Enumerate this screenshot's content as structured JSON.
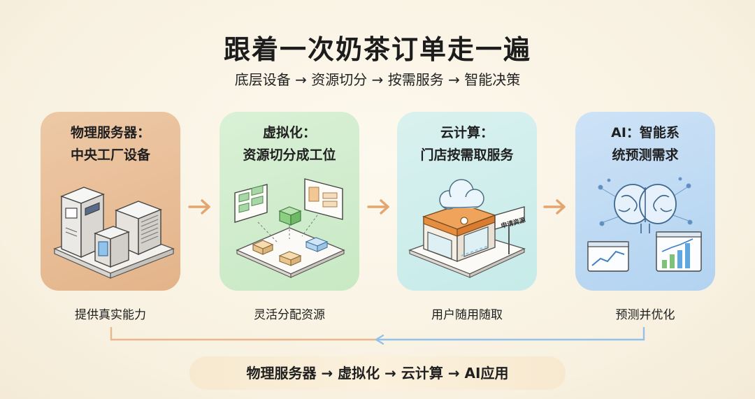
{
  "title": "跟着一次奶茶订单走一遍",
  "subtitle": "底层设备 → 资源切分 → 按需服务 → 智能决策",
  "steps": [
    {
      "label_line1": "物理服务器：",
      "label_line2": "中央工厂设备",
      "caption": "提供真实能力",
      "icon": "server-rack-icon"
    },
    {
      "label_line1": "虚拟化：",
      "label_line2": "资源切分成工位",
      "caption": "灵活分配资源",
      "icon": "virtualization-icon"
    },
    {
      "label_line1": "云计算：",
      "label_line2": "门店按需取服务",
      "caption": "用户随用随取",
      "icon": "cloud-store-icon",
      "store_sign": "申请资源"
    },
    {
      "label_line1": "AI：智能系",
      "label_line2": "统预测需求",
      "caption": "预测并优化",
      "icon": "ai-brain-icon"
    }
  ],
  "summary": "物理服务器 → 虚拟化 → 云计算 → AI应用",
  "colors": {
    "card_1": "#e8bd94",
    "card_2": "#d2edcf",
    "card_3": "#cfeeec",
    "card_4": "#c0dbf4",
    "arrow": "#e3a671",
    "loop_left": "#e8b88c",
    "loop_right": "#93c1ea"
  }
}
